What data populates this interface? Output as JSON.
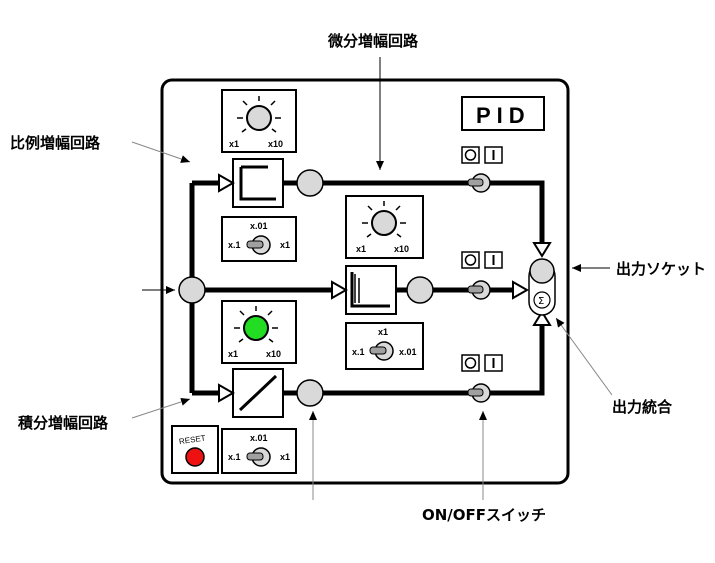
{
  "labels": {
    "derivative_amp": "微分増幅回路",
    "proportional_amp": "比例増幅回路",
    "integral_amp": "積分増幅回路",
    "output_socket": "出力ソケット",
    "output_sum": "出力統合",
    "onoff_switch": "ON/OFFスイッチ"
  },
  "panel": {
    "title": "PID",
    "reset": "RESET",
    "sum_symbol": "Σ"
  },
  "gain_knob": {
    "min": "x1",
    "max": "x10"
  },
  "range_switch_a": {
    "top": "x.01",
    "left": "x.1",
    "right": "x1"
  },
  "range_switch_b": {
    "top": "x1",
    "left": "x.1",
    "right": "x.01"
  },
  "switch_icons": {
    "off": "O",
    "on": "I"
  },
  "colors": {
    "knob_active": "#22dd22",
    "reset_button": "#ee1111"
  }
}
